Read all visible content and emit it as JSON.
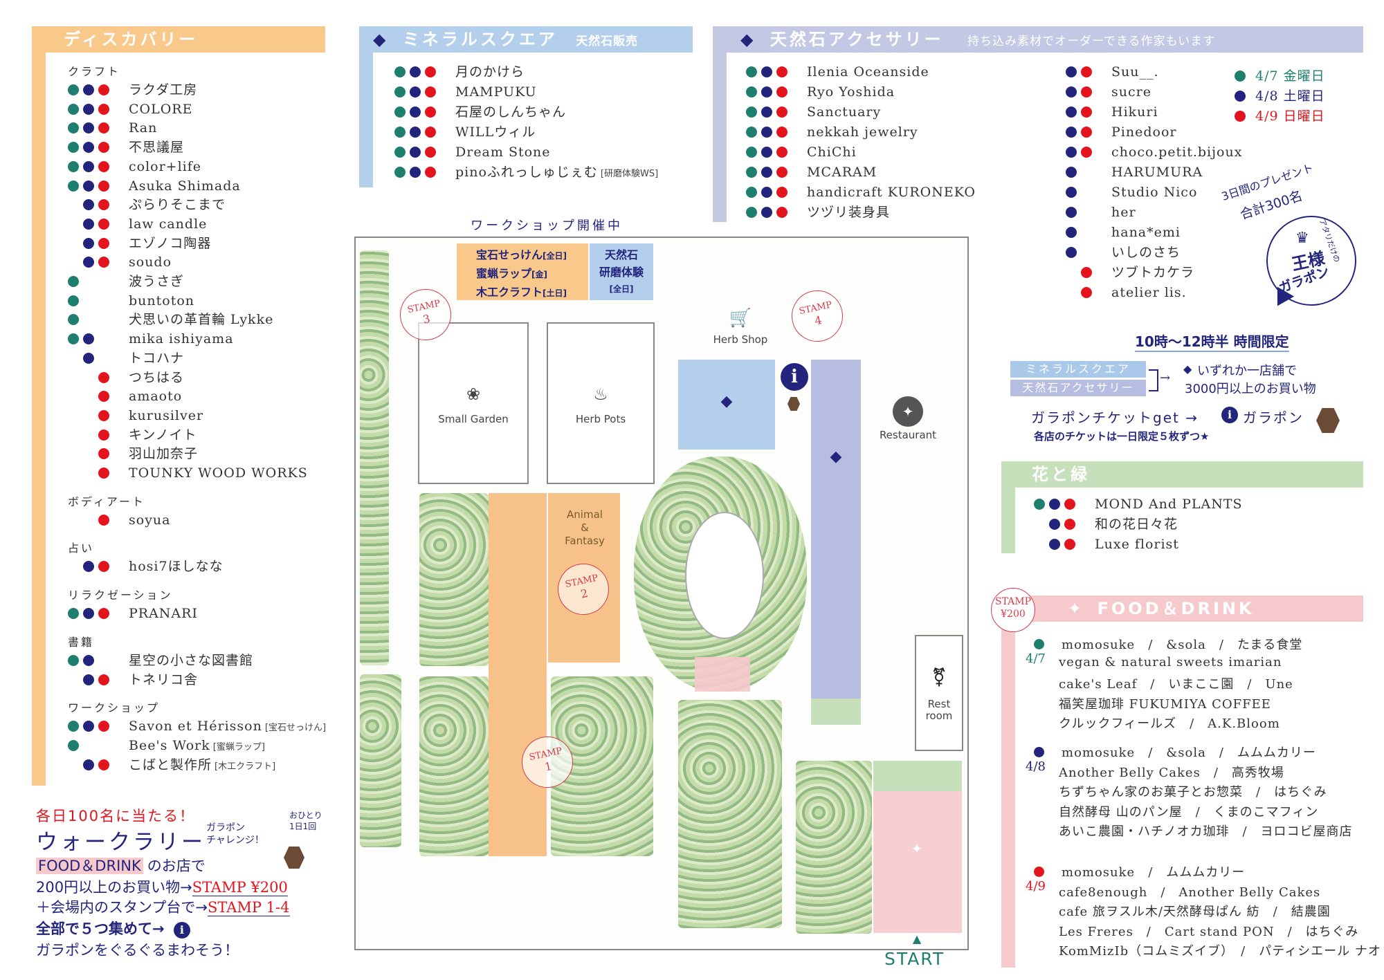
{
  "discovery": {
    "title": "ディスカバリー",
    "sections": [
      {
        "name": "クラフト",
        "items": [
          {
            "dots": [
              "g",
              "b",
              "r"
            ],
            "label": "ラクダ工房"
          },
          {
            "dots": [
              "g",
              "b",
              "r"
            ],
            "label": "COLORE"
          },
          {
            "dots": [
              "g",
              "b",
              "r"
            ],
            "label": "Ran"
          },
          {
            "dots": [
              "g",
              "b",
              "r"
            ],
            "label": "不思議屋"
          },
          {
            "dots": [
              "g",
              "b",
              "r"
            ],
            "label": "color+life"
          },
          {
            "dots": [
              "g",
              "b",
              "r"
            ],
            "label": "Asuka Shimada"
          },
          {
            "dots": [
              "b",
              "r"
            ],
            "label": "ぷらりそこまで"
          },
          {
            "dots": [
              "b",
              "r"
            ],
            "label": "law candle"
          },
          {
            "dots": [
              "b",
              "r"
            ],
            "label": "エゾノコ陶器"
          },
          {
            "dots": [
              "b",
              "r"
            ],
            "label": "soudo"
          },
          {
            "dots": [
              "g"
            ],
            "label": "波うさぎ"
          },
          {
            "dots": [
              "g"
            ],
            "label": "buntoton"
          },
          {
            "dots": [
              "g"
            ],
            "label": "犬思いの革首輪 Lykke"
          },
          {
            "dots": [
              "g",
              "b"
            ],
            "label": "mika ishiyama"
          },
          {
            "dots": [
              "b"
            ],
            "label": "トコハナ"
          },
          {
            "dots": [
              "r"
            ],
            "label": "つちはる"
          },
          {
            "dots": [
              "r"
            ],
            "label": "amaoto"
          },
          {
            "dots": [
              "r"
            ],
            "label": "kurusilver"
          },
          {
            "dots": [
              "r"
            ],
            "label": "キンノイト"
          },
          {
            "dots": [
              "r"
            ],
            "label": "羽山加奈子"
          },
          {
            "dots": [
              "r"
            ],
            "label": "TOUNKY WOOD WORKS"
          }
        ]
      },
      {
        "name": "ボディアート",
        "items": [
          {
            "dots": [
              "r"
            ],
            "label": "soyua"
          }
        ]
      },
      {
        "name": "占い",
        "items": [
          {
            "dots": [
              "b",
              "r"
            ],
            "label": "hosi7ほしなな"
          }
        ]
      },
      {
        "name": "リラクゼーション",
        "items": [
          {
            "dots": [
              "g",
              "b",
              "r"
            ],
            "label": "PRANARI"
          }
        ]
      },
      {
        "name": "書籍",
        "items": [
          {
            "dots": [
              "g",
              "b"
            ],
            "label": "星空の小さな図書館"
          },
          {
            "dots": [
              "b",
              "r"
            ],
            "label": "トネリコ舎"
          }
        ]
      },
      {
        "name": "ワークショップ",
        "items": [
          {
            "dots": [
              "g",
              "b",
              "r"
            ],
            "label": "Savon et Hérisson",
            "note": "[宝石せっけん]"
          },
          {
            "dots": [
              "g"
            ],
            "label": "Bee's Work",
            "note": "[蜜蝋ラップ]"
          },
          {
            "dots": [
              "b",
              "r"
            ],
            "label": "こばと製作所",
            "note": "[木工クラフト]"
          }
        ]
      }
    ]
  },
  "mineral": {
    "title": "ミネラルスクエア",
    "subtitle": "天然石販売",
    "items": [
      {
        "dots": [
          "g",
          "b",
          "r"
        ],
        "label": "月のかけら"
      },
      {
        "dots": [
          "g",
          "b",
          "r"
        ],
        "label": "MAMPUKU"
      },
      {
        "dots": [
          "g",
          "b",
          "r"
        ],
        "label": "石屋のしんちゃん"
      },
      {
        "dots": [
          "g",
          "b",
          "r"
        ],
        "label": "WILLウィル"
      },
      {
        "dots": [
          "g",
          "b",
          "r"
        ],
        "label": "Dream Stone"
      },
      {
        "dots": [
          "g",
          "b",
          "r"
        ],
        "label": "pinoふれっしゅじぇむ",
        "note": "[研磨体験WS]"
      }
    ]
  },
  "accessory": {
    "title": "天然石アクセサリー",
    "subtitle": "持ち込み素材でオーダーできる作家もいます",
    "col1": [
      {
        "dots": [
          "g",
          "b",
          "r"
        ],
        "label": "Ilenia Oceanside"
      },
      {
        "dots": [
          "g",
          "b",
          "r"
        ],
        "label": "Ryo Yoshida"
      },
      {
        "dots": [
          "g",
          "b",
          "r"
        ],
        "label": "Sanctuary"
      },
      {
        "dots": [
          "g",
          "b",
          "r"
        ],
        "label": "nekkah jewelry"
      },
      {
        "dots": [
          "g",
          "b",
          "r"
        ],
        "label": "ChiChi"
      },
      {
        "dots": [
          "g",
          "b",
          "r"
        ],
        "label": "MCARAM"
      },
      {
        "dots": [
          "g",
          "b",
          "r"
        ],
        "label": "handicraft KURONEKO"
      },
      {
        "dots": [
          "g",
          "b",
          "r"
        ],
        "label": "ツヅリ装身具"
      }
    ],
    "col2": [
      {
        "dots": [
          "b",
          "r"
        ],
        "label": "Suu__."
      },
      {
        "dots": [
          "b",
          "r"
        ],
        "label": "sucre"
      },
      {
        "dots": [
          "b",
          "r"
        ],
        "label": "Hikuri"
      },
      {
        "dots": [
          "b",
          "r"
        ],
        "label": "Pinedoor"
      },
      {
        "dots": [
          "b",
          "r"
        ],
        "label": "choco.petit.bijoux"
      },
      {
        "dots": [
          "b"
        ],
        "label": "HARUMURA"
      },
      {
        "dots": [
          "b"
        ],
        "label": "Studio Nico"
      },
      {
        "dots": [
          "b"
        ],
        "label": "her"
      },
      {
        "dots": [
          "b"
        ],
        "label": "hana*emi"
      },
      {
        "dots": [
          "b"
        ],
        "label": "いしのさち"
      },
      {
        "dots": [
          "r"
        ],
        "label": "ツブトカケラ"
      },
      {
        "dots": [
          "r"
        ],
        "label": "atelier lis."
      }
    ]
  },
  "legend": [
    {
      "dot": "g",
      "label": "4/7 金曜日",
      "color": "#1e7f6e"
    },
    {
      "dot": "b",
      "label": "4/8 土曜日",
      "color": "#23257d"
    },
    {
      "dot": "r",
      "label": "4/9 日曜日",
      "color": "#e3141d"
    }
  ],
  "gacha": {
    "present_line1": "3日間のプレゼント",
    "present_line2": "合計300名",
    "atari": "アタリだけの",
    "king": "王様",
    "garapon": "ガラポン",
    "time": "10時～12時半 時間限定",
    "tag1": "ミネラルスクエア",
    "tag2": "天然石アクセサリー",
    "cond1": "いずれか一店舗で",
    "cond2": "3000円以上のお買い物",
    "ticket": "ガラポンチケットget →",
    "ticket_end": "ガラポン",
    "ticket_note": "各店のチケットは一日限定５枚ずつ★"
  },
  "flowers": {
    "title": "花と緑",
    "items": [
      {
        "dots": [
          "g",
          "b",
          "r"
        ],
        "label": "MOND And PLANTS"
      },
      {
        "dots": [
          "b",
          "r"
        ],
        "label": "和の花日々花"
      },
      {
        "dots": [
          "b",
          "r"
        ],
        "label": "Luxe florist"
      }
    ]
  },
  "food": {
    "title": "FOOD＆DRINK",
    "stamp_line1": "STAMP",
    "stamp_line2": "¥200",
    "days": [
      {
        "day": "4/7",
        "color": "#1e7f6e",
        "lines": [
          "momosuke　/　&sola　/　たまる食堂",
          "vegan & natural sweets imarian",
          "cake's Leaf　/　いまここ園　/　Une",
          "福笑屋珈琲 FUKUMIYA COFFEE",
          "クルックフィールズ　/　A.K.Bloom"
        ]
      },
      {
        "day": "4/8",
        "color": "#23257d",
        "lines": [
          "momosuke　/　&sola　/　ムムムカリー",
          "Another Belly Cakes　/　高秀牧場",
          "ちずちゃん家のお菓子とお惣菜　/　はちぐみ",
          "自然酵母 山のパン屋　/　くまのこマフィン",
          "あいこ農園・ハチノオカ珈琲　/　ヨロコビ屋商店"
        ]
      },
      {
        "day": "4/9",
        "color": "#e3141d",
        "lines": [
          "momosuke　/　ムムムカリー",
          "cafe8enough　/　Another Belly Cakes",
          "cafe 旅ヲスル木/天然酵母ぱん 紡　/　結農園",
          "Les Freres　/　Cart stand PON　/　はちぐみ",
          "KomMizIb（コムミズイブ）　/　パティシエール ナオ"
        ]
      }
    ]
  },
  "walk": {
    "line1": "各日100名に当たる！",
    "title": "ウォークラリー",
    "challenge1": "ガラポン",
    "challenge2": "チャレンジ！",
    "once1": "おひとり",
    "once2": "1日1回",
    "l2a": "FOOD＆DRINK",
    "l2b": "のお店で",
    "l3a": "200円以上のお買い物→",
    "l3b": "STAMP ¥200",
    "l4a": "＋会場内のスタンプ台で→",
    "l4b": "STAMP 1-4",
    "l5": "全部で５つ集めて→",
    "l6": "ガラポンをぐるぐるまわそう！"
  },
  "map": {
    "workshop": "ワークショップ開催中",
    "ws1": "宝石せっけん",
    "ws1n": "[全日]",
    "ws2": "蜜蝋ラップ",
    "ws2n": "[金]",
    "ws3": "木工クラフト",
    "ws3n": "[土日]",
    "ws4a": "天然石",
    "ws4b": "研磨体験",
    "ws4c": "[全日]",
    "small_garden": "Small Garden",
    "herb_pots": "Herb Pots",
    "herb_shop": "Herb Shop",
    "restaurant": "Restaurant",
    "animal1": "Animal",
    "animal2": "&",
    "animal3": "Fantasy",
    "rest1": "Rest",
    "rest2": "room",
    "start": "START",
    "stamp_word": "STAMP",
    "stamp1": "1",
    "stamp2": "2",
    "stamp3": "3",
    "stamp4": "4"
  }
}
